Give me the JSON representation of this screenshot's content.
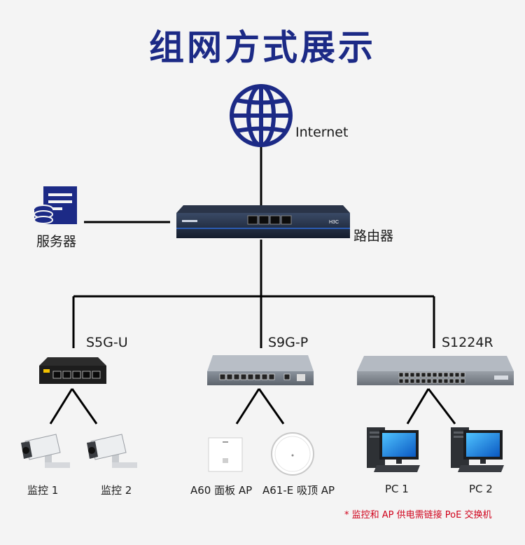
{
  "title": "组网方式展示",
  "colors": {
    "title": "#1c2a86",
    "lines": "#000000",
    "note": "#d0021b",
    "globe": "#1c2a86"
  },
  "nodes": {
    "internet": "Internet",
    "server": "服务器",
    "router": "路由器",
    "switch_left": "S5G-U",
    "switch_mid": "S9G-P",
    "switch_right": "S1224R",
    "cam1": "监控 1",
    "cam2": "监控 2",
    "ap1": "A60 面板 AP",
    "ap2": "A61-E 吸顶 AP",
    "pc1": "PC 1",
    "pc2": "PC 2"
  },
  "footnote": "* 监控和 AP 供电需链接 PoE 交换机",
  "device_marks": {
    "router_brand": "H3C"
  }
}
